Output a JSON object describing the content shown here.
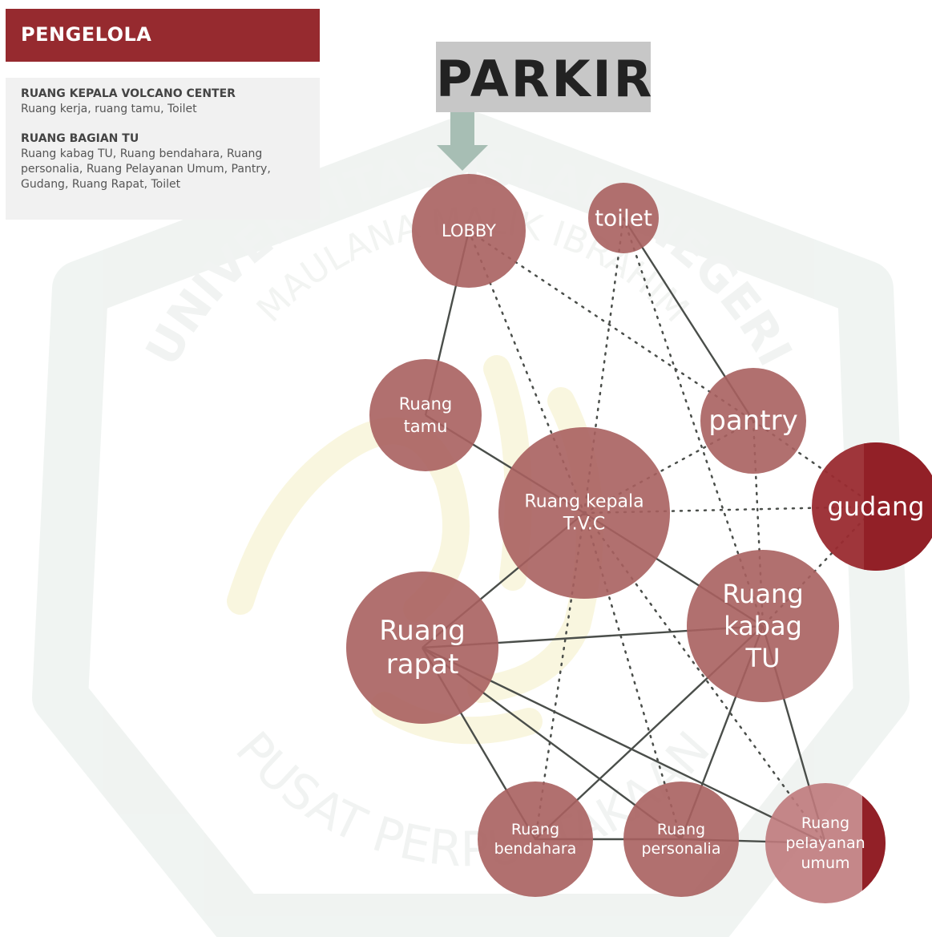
{
  "header": {
    "title": "PENGELOLA"
  },
  "info": {
    "sections": [
      {
        "heading": "RUANG KEPALA VOLCANO CENTER",
        "text": "Ruang kerja, ruang tamu, Toilet"
      },
      {
        "heading": "RUANG BAGIAN TU",
        "text": "Ruang kabag TU, Ruang bendahara, Ruang personalia, Ruang Pelayanan Umum, Pantry, Gudang, Ruang Rapat, Toilet"
      }
    ]
  },
  "parkir": {
    "label": "PARKIR"
  },
  "watermark": {
    "arc_top": "UNIVERSITAS ISLAM NEGERI",
    "arc_mid": "MAULANA MALIK IBRAHIM",
    "arc_bottom": "PUSAT PERPUSTAKAAN"
  },
  "colors": {
    "header": "#962a2f",
    "node": "#a9605f",
    "node_light": "#bf7a7c",
    "accent": "#9a2b30",
    "arrow": "#a7beb4",
    "line": "#4a4e4a"
  },
  "nodes": [
    {
      "id": "lobby",
      "lines": [
        "LOBBY"
      ]
    },
    {
      "id": "toilet",
      "lines": [
        "toilet"
      ]
    },
    {
      "id": "tamu",
      "lines": [
        "Ruang",
        "tamu"
      ]
    },
    {
      "id": "pantry",
      "lines": [
        "pantry"
      ]
    },
    {
      "id": "kepala",
      "lines": [
        "Ruang kepala",
        "T.V.C"
      ]
    },
    {
      "id": "gudang",
      "lines": [
        "gudang"
      ]
    },
    {
      "id": "rapat",
      "lines": [
        "Ruang",
        "rapat"
      ]
    },
    {
      "id": "kabag",
      "lines": [
        "Ruang",
        "kabag",
        "TU"
      ]
    },
    {
      "id": "bendahara",
      "lines": [
        "Ruang",
        "bendahara"
      ]
    },
    {
      "id": "personalia",
      "lines": [
        "Ruang",
        "personalia"
      ]
    },
    {
      "id": "pelayanan",
      "lines": [
        "Ruang",
        "pelayanan",
        "umum"
      ]
    }
  ],
  "edges": [
    {
      "from": "lobby",
      "to": "tamu",
      "style": "solid"
    },
    {
      "from": "lobby",
      "to": "kepala",
      "style": "dotted"
    },
    {
      "from": "lobby",
      "to": "pantry",
      "style": "dotted"
    },
    {
      "from": "toilet",
      "to": "pantry",
      "style": "solid"
    },
    {
      "from": "toilet",
      "to": "kepala",
      "style": "dotted"
    },
    {
      "from": "toilet",
      "to": "kabag",
      "style": "dotted"
    },
    {
      "from": "tamu",
      "to": "kepala",
      "style": "solid"
    },
    {
      "from": "kepala",
      "to": "pantry",
      "style": "dotted"
    },
    {
      "from": "kepala",
      "to": "gudang",
      "style": "dotted"
    },
    {
      "from": "pantry",
      "to": "kabag",
      "style": "dotted"
    },
    {
      "from": "pantry",
      "to": "gudang",
      "style": "dotted"
    },
    {
      "from": "gudang",
      "to": "kabag",
      "style": "dotted"
    },
    {
      "from": "kepala",
      "to": "rapat",
      "style": "solid"
    },
    {
      "from": "kepala",
      "to": "kabag",
      "style": "solid"
    },
    {
      "from": "rapat",
      "to": "kabag",
      "style": "solid"
    },
    {
      "from": "kepala",
      "to": "bendahara",
      "style": "dotted"
    },
    {
      "from": "kepala",
      "to": "personalia",
      "style": "dotted"
    },
    {
      "from": "kepala",
      "to": "pelayanan",
      "style": "dotted"
    },
    {
      "from": "rapat",
      "to": "bendahara",
      "style": "solid"
    },
    {
      "from": "rapat",
      "to": "personalia",
      "style": "solid"
    },
    {
      "from": "rapat",
      "to": "pelayanan",
      "style": "solid"
    },
    {
      "from": "kabag",
      "to": "bendahara",
      "style": "solid"
    },
    {
      "from": "kabag",
      "to": "personalia",
      "style": "solid"
    },
    {
      "from": "kabag",
      "to": "pelayanan",
      "style": "solid"
    },
    {
      "from": "bendahara",
      "to": "personalia",
      "style": "solid"
    },
    {
      "from": "personalia",
      "to": "pelayanan",
      "style": "solid"
    }
  ]
}
